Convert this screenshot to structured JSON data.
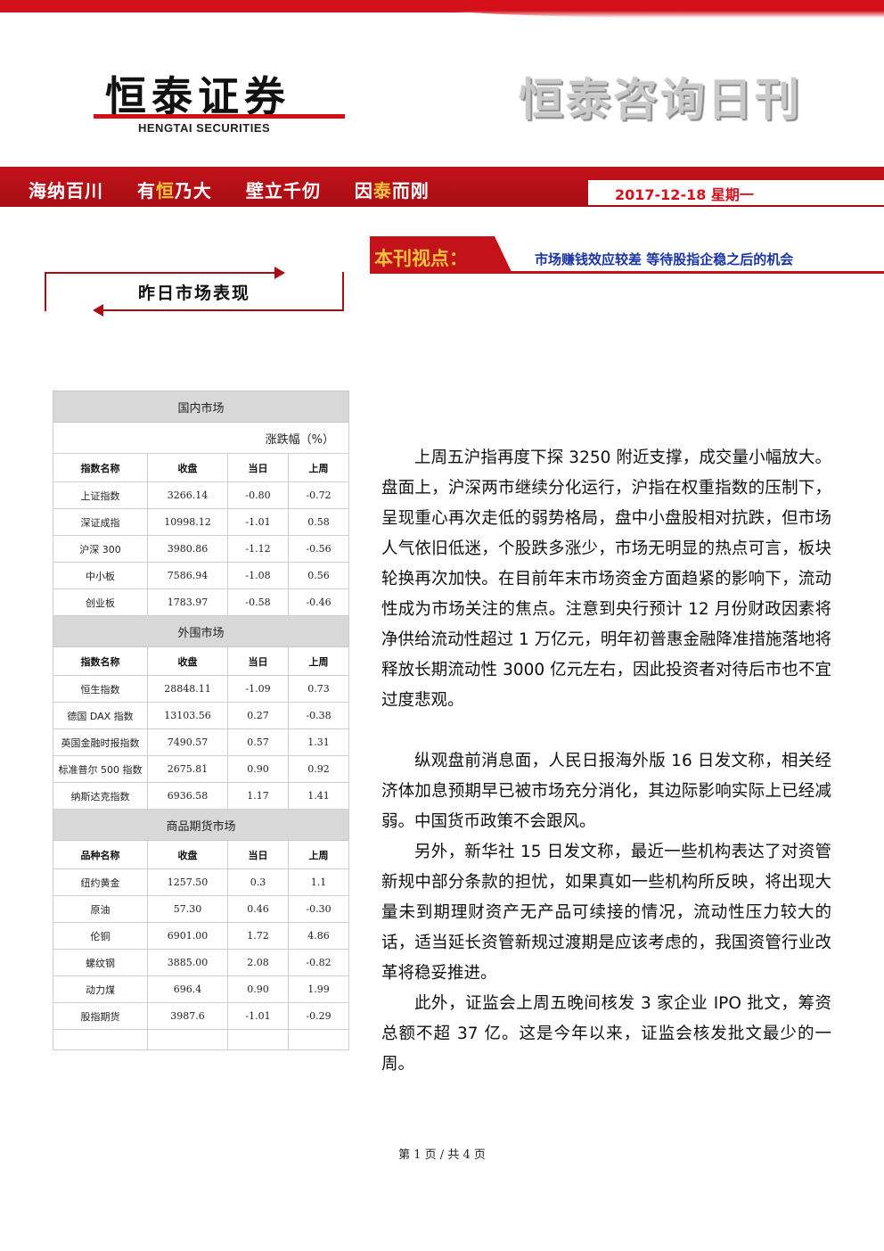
{
  "header": {
    "logo_cn": "恒泰证券",
    "logo_en": "HENGTAI SECURITIES",
    "publication_title": "恒泰咨询日刊",
    "slogan": [
      "海纳百川",
      "有",
      "恒",
      "乃大",
      "壁立千仞",
      "因",
      "泰",
      "而刚"
    ],
    "date": "2017-12-18  星期一",
    "brand_red": "#d4111b",
    "brand_gold": "#f6c33a"
  },
  "viewpoint": {
    "label": "本刊视点：",
    "title": "市场赚钱效应较差  等待股指企稳之后的机会"
  },
  "section": {
    "title": "昨日市场表现"
  },
  "market": {
    "unit_label": "涨跌幅（%）",
    "domestic": {
      "title": "国内市场",
      "headers": [
        "指数名称",
        "收盘",
        "当日",
        "上周"
      ],
      "rows": [
        [
          "上证指数",
          "3266.14",
          "-0.80",
          "-0.72"
        ],
        [
          "深证成指",
          "10998.12",
          "-1.01",
          "0.58"
        ],
        [
          "沪深 300",
          "3980.86",
          "-1.12",
          "-0.56"
        ],
        [
          "中小板",
          "7586.94",
          "-1.08",
          "0.56"
        ],
        [
          "创业板",
          "1783.97",
          "-0.58",
          "-0.46"
        ]
      ]
    },
    "foreign": {
      "title": "外围市场",
      "headers": [
        "指数名称",
        "收盘",
        "当日",
        "上周"
      ],
      "rows": [
        [
          "恒生指数",
          "28848.11",
          "-1.09",
          "0.73"
        ],
        [
          "德国 DAX 指数",
          "13103.56",
          "0.27",
          "-0.38"
        ],
        [
          "英国金融时报指数",
          "7490.57",
          "0.57",
          "1.31"
        ],
        [
          "标准普尔 500 指数",
          "2675.81",
          "0.90",
          "0.92"
        ],
        [
          "纳斯达克指数",
          "6936.58",
          "1.17",
          "1.41"
        ]
      ]
    },
    "futures": {
      "title": "商品期货市场",
      "headers": [
        "品种名称",
        "收盘",
        "当日",
        "上周"
      ],
      "rows": [
        [
          "纽约黄金",
          "1257.50",
          "0.3",
          "1.1"
        ],
        [
          "原油",
          "57.30",
          "0.46",
          "-0.30"
        ],
        [
          "伦铜",
          "6901.00",
          "1.72",
          "4.86"
        ],
        [
          "螺纹钢",
          "3885.00",
          "2.08",
          "-0.82"
        ],
        [
          "动力煤",
          "696.4",
          "0.90",
          "1.99"
        ],
        [
          "股指期货",
          "3987.6",
          "-1.01",
          "-0.29"
        ]
      ]
    }
  },
  "body": {
    "paragraphs": [
      "上周五沪指再度下探 3250 附近支撑，成交量小幅放大。盘面上，沪深两市继续分化运行，沪指在权重指数的压制下，呈现重心再次走低的弱势格局，盘中小盘股相对抗跌，但市场人气依旧低迷，个股跌多涨少，市场无明显的热点可言，板块轮换再次加快。在目前年末市场资金方面趋紧的影响下，流动性成为市场关注的焦点。注意到央行预计 12 月份财政因素将净供给流动性超过 1 万亿元，明年初普惠金融降准措施落地将释放长期流动性 3000 亿元左右，因此投资者对待后市也不宜过度悲观。",
      "纵观盘前消息面，人民日报海外版 16 日发文称，相关经济体加息预期早已被市场充分消化，其边际影响实际上已经减弱。中国货币政策不会跟风。",
      "另外，新华社 15 日发文称，最近一些机构表达了对资管新规中部分条款的担忧，如果真如一些机构所反映，将出现大量未到期理财资产无产品可续接的情况，流动性压力较大的话，适当延长资管新规过渡期是应该考虑的，我国资管行业改革将稳妥推进。",
      "此外，证监会上周五晚间核发 3 家企业 IPO 批文，筹资总额不超 37 亿。这是今年以来，证监会核发批文最少的一周。"
    ]
  },
  "footer": {
    "page_label": "第 1 页 / 共 4 页"
  }
}
